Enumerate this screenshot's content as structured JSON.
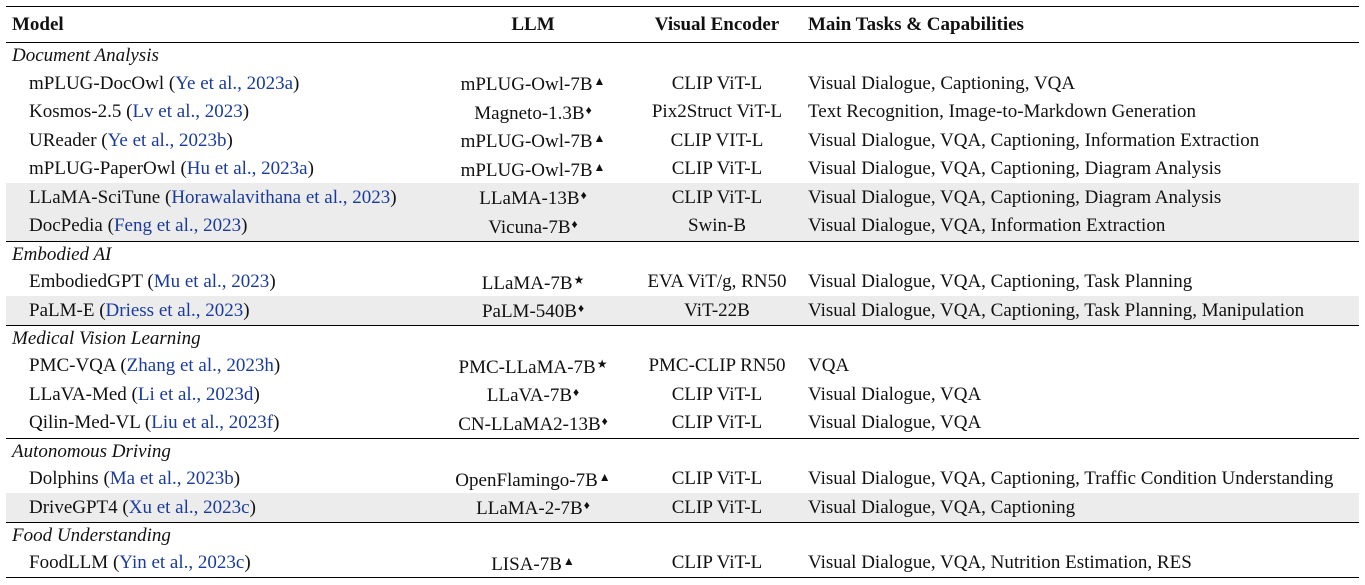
{
  "headers": {
    "model": "Model",
    "llm": "LLM",
    "encoder": "Visual Encoder",
    "tasks": "Main Tasks & Capabilities"
  },
  "sections": [
    {
      "title": "Document Analysis",
      "rows": [
        {
          "name": "mPLUG-DocOwl",
          "cite": "Ye et al., 2023a",
          "llm": "mPLUG-Owl-7B",
          "mark": "▲",
          "encoder": "CLIP ViT-L",
          "tasks": "Visual Dialogue, Captioning, VQA",
          "shaded": false
        },
        {
          "name": "Kosmos-2.5",
          "cite": "Lv et al., 2023",
          "llm": "Magneto-1.3B",
          "mark": "♦",
          "encoder": "Pix2Struct ViT-L",
          "tasks": "Text Recognition, Image-to-Markdown Generation",
          "shaded": false
        },
        {
          "name": "UReader",
          "cite": "Ye et al., 2023b",
          "llm": "mPLUG-Owl-7B",
          "mark": "▲",
          "encoder": "CLIP VIT-L",
          "tasks": "Visual Dialogue, VQA, Captioning, Information Extraction",
          "shaded": false
        },
        {
          "name": "mPLUG-PaperOwl",
          "cite": "Hu et al., 2023a",
          "llm": "mPLUG-Owl-7B",
          "mark": "▲",
          "encoder": "CLIP ViT-L",
          "tasks": "Visual Dialogue, VQA, Captioning, Diagram Analysis",
          "shaded": false
        },
        {
          "name": "LLaMA-SciTune",
          "cite": "Horawalavithana et al., 2023",
          "llm": "LLaMA-13B",
          "mark": "♦",
          "encoder": "CLIP ViT-L",
          "tasks": "Visual Dialogue, VQA, Captioning, Diagram Analysis",
          "shaded": true
        },
        {
          "name": "DocPedia",
          "cite": "Feng et al., 2023",
          "llm": "Vicuna-7B",
          "mark": "♦",
          "encoder": "Swin-B",
          "tasks": "Visual Dialogue, VQA, Information Extraction",
          "shaded": true
        }
      ]
    },
    {
      "title": "Embodied AI",
      "rows": [
        {
          "name": "EmbodiedGPT",
          "cite": "Mu et al., 2023",
          "llm": "LLaMA-7B",
          "mark": "★",
          "encoder": "EVA ViT/g, RN50",
          "tasks": "Visual Dialogue, VQA, Captioning, Task Planning",
          "shaded": false
        },
        {
          "name": "PaLM-E",
          "cite": "Driess et al., 2023",
          "llm": "PaLM-540B",
          "mark": "♦",
          "encoder": "ViT-22B",
          "tasks": "Visual Dialogue, VQA, Captioning, Task Planning, Manipulation",
          "shaded": true
        }
      ]
    },
    {
      "title": "Medical Vision Learning",
      "rows": [
        {
          "name": "PMC-VQA",
          "cite": "Zhang et al., 2023h",
          "llm": "PMC-LLaMA-7B",
          "mark": "★",
          "encoder": "PMC-CLIP RN50",
          "tasks": "VQA",
          "shaded": false
        },
        {
          "name": "LLaVA-Med",
          "cite": "Li et al., 2023d",
          "llm": "LLaVA-7B",
          "mark": "♦",
          "encoder": "CLIP ViT-L",
          "tasks": "Visual Dialogue, VQA",
          "shaded": false
        },
        {
          "name": "Qilin-Med-VL",
          "cite": "Liu et al., 2023f",
          "llm": "CN-LLaMA2-13B",
          "mark": "♦",
          "encoder": "CLIP ViT-L",
          "tasks": "Visual Dialogue, VQA",
          "shaded": false
        }
      ]
    },
    {
      "title": "Autonomous Driving",
      "rows": [
        {
          "name": "Dolphins",
          "cite": "Ma et al., 2023b",
          "llm": "OpenFlamingo-7B",
          "mark": "▲",
          "encoder": "CLIP ViT-L",
          "tasks": "Visual Dialogue, VQA, Captioning, Traffic Condition Understanding",
          "shaded": false
        },
        {
          "name": "DriveGPT4",
          "cite": "Xu et al., 2023c",
          "llm": "LLaMA-2-7B",
          "mark": "♦",
          "encoder": "CLIP ViT-L",
          "tasks": "Visual Dialogue, VQA, Captioning",
          "shaded": true
        }
      ]
    },
    {
      "title": "Food Understanding",
      "rows": [
        {
          "name": "FoodLLM",
          "cite": "Yin et al., 2023c",
          "llm": "LISA-7B",
          "mark": "▲",
          "encoder": "CLIP ViT-L",
          "tasks": "Visual Dialogue, VQA, Nutrition Estimation, RES",
          "shaded": false
        }
      ]
    }
  ],
  "colors": {
    "citation": "#1a3b9c",
    "shade": "#ececec"
  }
}
